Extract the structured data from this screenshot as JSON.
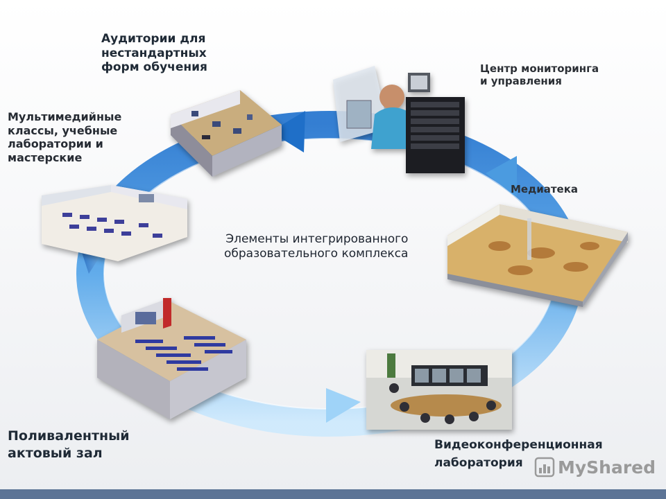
{
  "center": {
    "lines": [
      "Элементы интегрированного",
      "образовательного комплекса"
    ]
  },
  "nodes": {
    "auditoriums": {
      "lines": [
        "Аудитории для",
        "нестандартных",
        "форм обучения"
      ]
    },
    "monitoring": {
      "lines": [
        "Центр мониторинга",
        "и управления"
      ]
    },
    "multimedia": {
      "lines": [
        "Мультимедийные",
        "классы, учебные",
        "лаборатории и",
        "мастерские"
      ]
    },
    "media_library": {
      "lines": [
        "Медиатека"
      ]
    },
    "assembly_hall": {
      "lines": [
        "Поливалентный",
        "актовый зал"
      ]
    },
    "video_lab": {
      "lines": [
        "Видеоконференционная",
        "лаборатория"
      ]
    }
  },
  "watermark": {
    "text": "MyShared"
  },
  "colors": {
    "ring_dark": "#1f6fc8",
    "ring_light": "#bfe3fb",
    "strip": "#5c7496",
    "text": "#2f2f33"
  }
}
